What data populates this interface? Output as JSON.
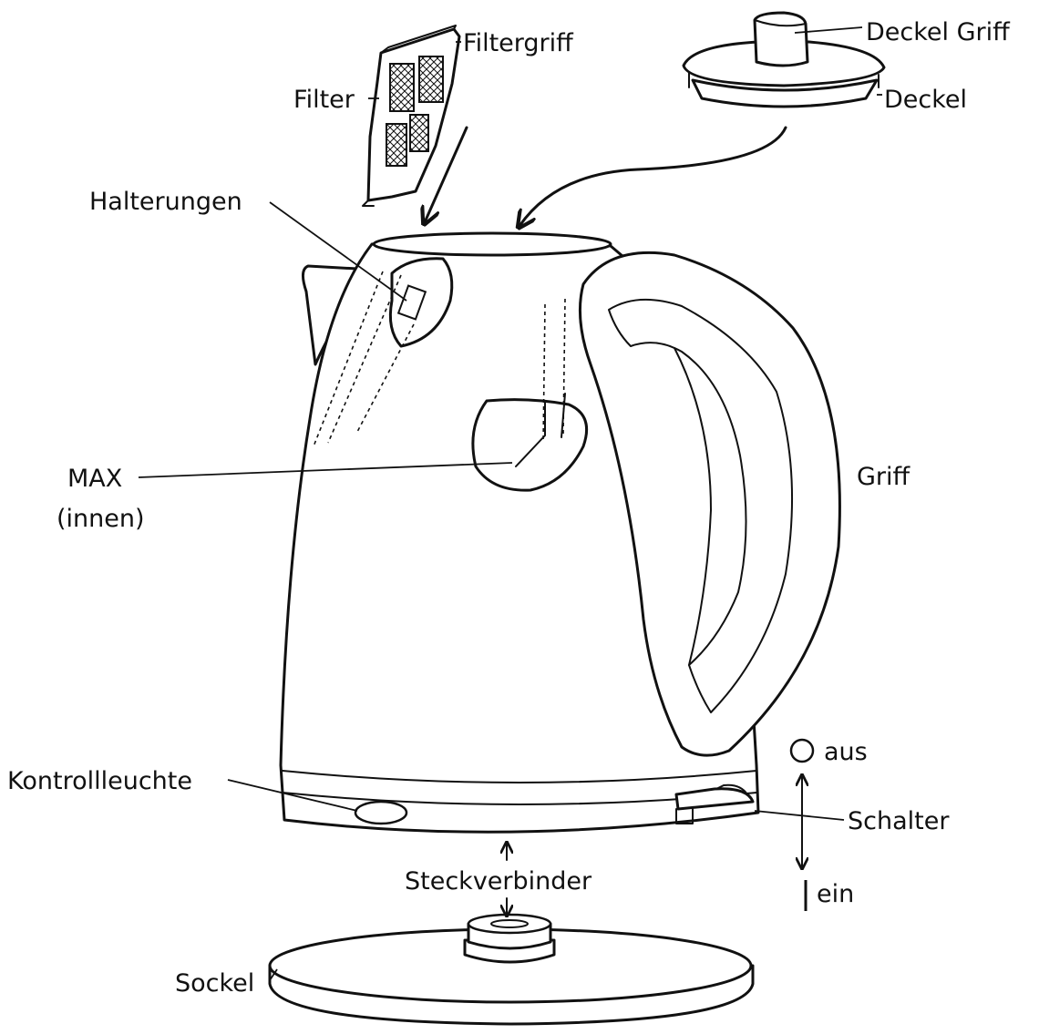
{
  "labels": {
    "filtergriff": "Filtergriff",
    "filter": "Filter",
    "deckel_griff": "Deckel Griff",
    "deckel": "Deckel",
    "halterungen": "Halterungen",
    "max": "MAX",
    "innen": "(innen)",
    "griff": "Griff",
    "aus": "aus",
    "kontrollleuchte": "Kontrollleuchte",
    "schalter": "Schalter",
    "steckverbinder": "Steckverbinder",
    "ein": "ein",
    "sockel": "Sockel"
  },
  "colors": {
    "ink": "#111111",
    "background": "#ffffff"
  }
}
